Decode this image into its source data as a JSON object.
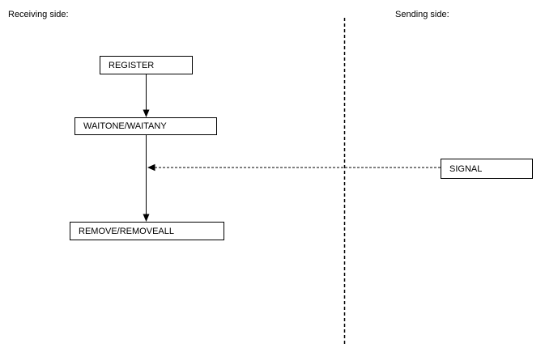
{
  "diagram": {
    "receiving_label": "Receiving side:",
    "sending_label": "Sending side:",
    "nodes": {
      "register": "REGISTER",
      "waitone": "WAITONE/WAITANY",
      "remove": "REMOVE/REMOVEALL",
      "signal": "SIGNAL"
    },
    "colors": {
      "line": "#000000",
      "background": "#ffffff",
      "text": "#000000"
    }
  }
}
